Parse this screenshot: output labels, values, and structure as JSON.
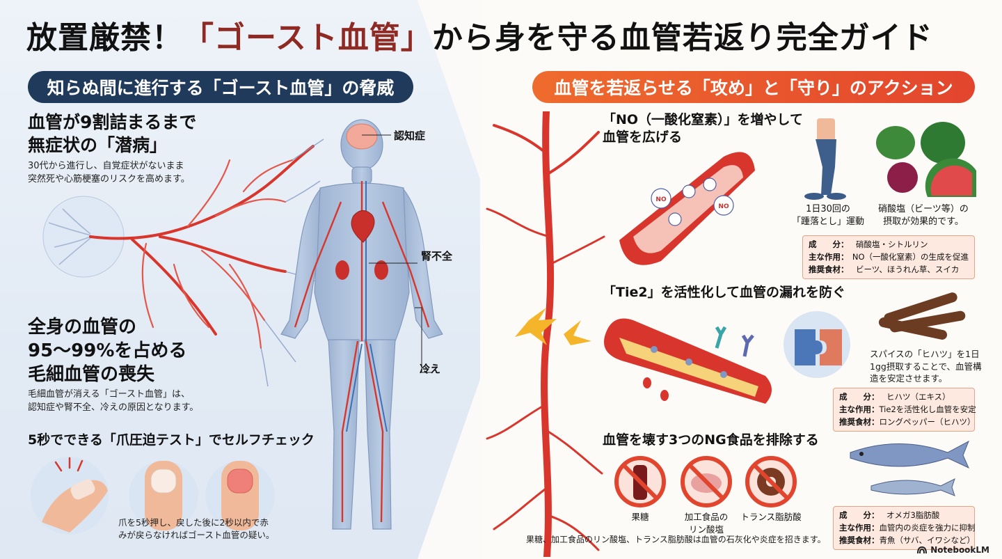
{
  "title": {
    "prefix": "放置厳禁！",
    "accent": "「ゴースト血管」",
    "suffix": "から身を守る血管若返り完全ガイド"
  },
  "left": {
    "header": "知らぬ間に進行する「ゴースト血管」の脅威",
    "section1": {
      "title_line1": "血管が9割詰まるまで",
      "title_line2": "無症状の「潜病」",
      "desc_line1": "30代から進行し、自覚症状がないまま",
      "desc_line2": "突然死や心筋梗塞のリスクを高めます。"
    },
    "section2": {
      "title_line1": "全身の血管の",
      "title_line2": "95〜99%を占める",
      "title_line3": "毛細血管の喪失",
      "desc_line1": "毛細血管が消える「ゴースト血管」は、",
      "desc_line2": "認知症や腎不全、冷えの原因となります。"
    },
    "section3": {
      "title": "5秒でできる「爪圧迫テスト」でセルフチェック",
      "desc_line1": "爪を5秒押し、戻した後に2秒以内で赤",
      "desc_line2": "みが戻らなければゴースト血管の疑い。"
    },
    "body_labels": {
      "brain": "認知症",
      "kidney": "腎不全",
      "cold": "冷え"
    }
  },
  "right": {
    "header": "血管を若返らせる「攻め」と「守り」のアクション",
    "no_section": {
      "title_line1": "「NO（一酸化窒素）」を増やして",
      "title_line2": "血管を広げる",
      "molecule": "NO",
      "exercise_line1": "1日30回の",
      "exercise_line2": "「踵落とし」運動",
      "food_line1": "硝酸塩（ビーツ等）の",
      "food_line2": "摂取が効果的です。",
      "info": [
        {
          "k": "成　　分：",
          "v": "硝酸塩・シトルリン"
        },
        {
          "k": "主な作用：",
          "v": "NO（一酸化窒素）の生成を促進"
        },
        {
          "k": "推奨食材：",
          "v": "ビーツ、ほうれん草、スイカ"
        }
      ]
    },
    "tie2_section": {
      "title": "「Tie2」を活性化して血管の漏れを防ぐ",
      "desc_line1": "スパイスの「ヒハツ」を1日",
      "desc_line2": "1gg摂取することで、血管構",
      "desc_line3": "造を安定させます。",
      "info": [
        {
          "k": "成　　分：",
          "v": "ヒハツ（エキス）"
        },
        {
          "k": "主な作用：",
          "v": "Tie2を活性化し血管を安定"
        },
        {
          "k": "推奨食材：",
          "v": "ロングペッパー（ヒハツ）"
        }
      ]
    },
    "ng_section": {
      "title": "血管を壊す3つのNG食品を排除する",
      "items": [
        {
          "label_line1": "果糖",
          "label_line2": ""
        },
        {
          "label_line1": "加工食品の",
          "label_line2": "リン酸塩"
        },
        {
          "label_line1": "トランス脂肪酸",
          "label_line2": ""
        }
      ],
      "footer": "果糖、加工食品のリン酸塩、トランス脂肪酸は血管の石灰化や炎症を招きます。",
      "info": [
        {
          "k": "成　　分：",
          "v": "オメガ3脂肪酸"
        },
        {
          "k": "主な作用：",
          "v": "血管内の炎症を強力に抑制"
        },
        {
          "k": "推奨食材：",
          "v": "青魚（サバ、イワシなど）"
        }
      ]
    }
  },
  "branding": "NotebookLM",
  "colors": {
    "navy": "#1f3a5a",
    "orange": "#ef6b2d",
    "accent_red": "#8e2a23",
    "vessel_red": "#d8362c",
    "info_bg": "#fde9df"
  }
}
